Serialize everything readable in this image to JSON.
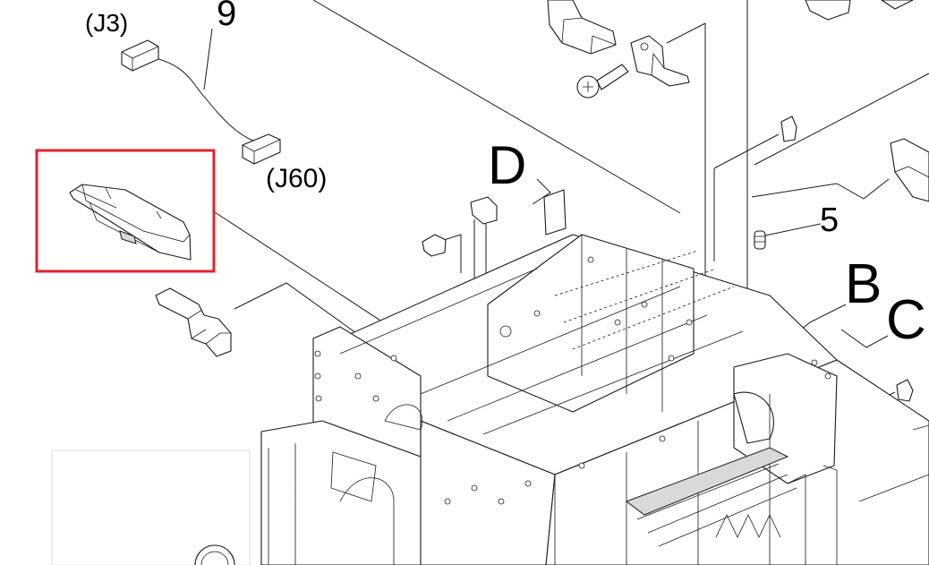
{
  "labels": {
    "j3": "(J3)",
    "item9": "9",
    "j60": "(J60)",
    "letterD": "D",
    "item5": "5",
    "letterB": "B",
    "letterC": "C"
  },
  "highlight_color": "#e0222b"
}
